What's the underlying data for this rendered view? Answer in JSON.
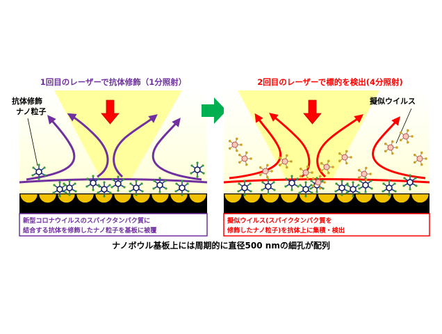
{
  "left_panel": {
    "title": "1回目のレーザーで抗体修飾（1分照射）",
    "callout_line1": "抗体修飾",
    "callout_line2": "ナノ粒子",
    "box_line1": "新型コロナウイルスのスパイクタンパク質に",
    "box_line2": "結合する抗体を修飾したナノ粒子を基板に被覆"
  },
  "right_panel": {
    "title": "2回目のレーザーで標的を検出(4分照射)",
    "callout": "擬似ウイルス",
    "box_line1": "擬似ウイルス(スパイクタンパク質を",
    "box_line2": "修飾したナノ粒子)を抗体上に集積・検出"
  },
  "caption": "ナノボウル基板上には周期的に直径500 nmの細孔が配列",
  "colors": {
    "left_accent": "#7030a0",
    "right_accent": "#ff0000",
    "light_beam": "#ffff99",
    "panel_bg": "#ffffd9",
    "substrate": "#f2c200",
    "transition_arrow": "#00b050"
  }
}
